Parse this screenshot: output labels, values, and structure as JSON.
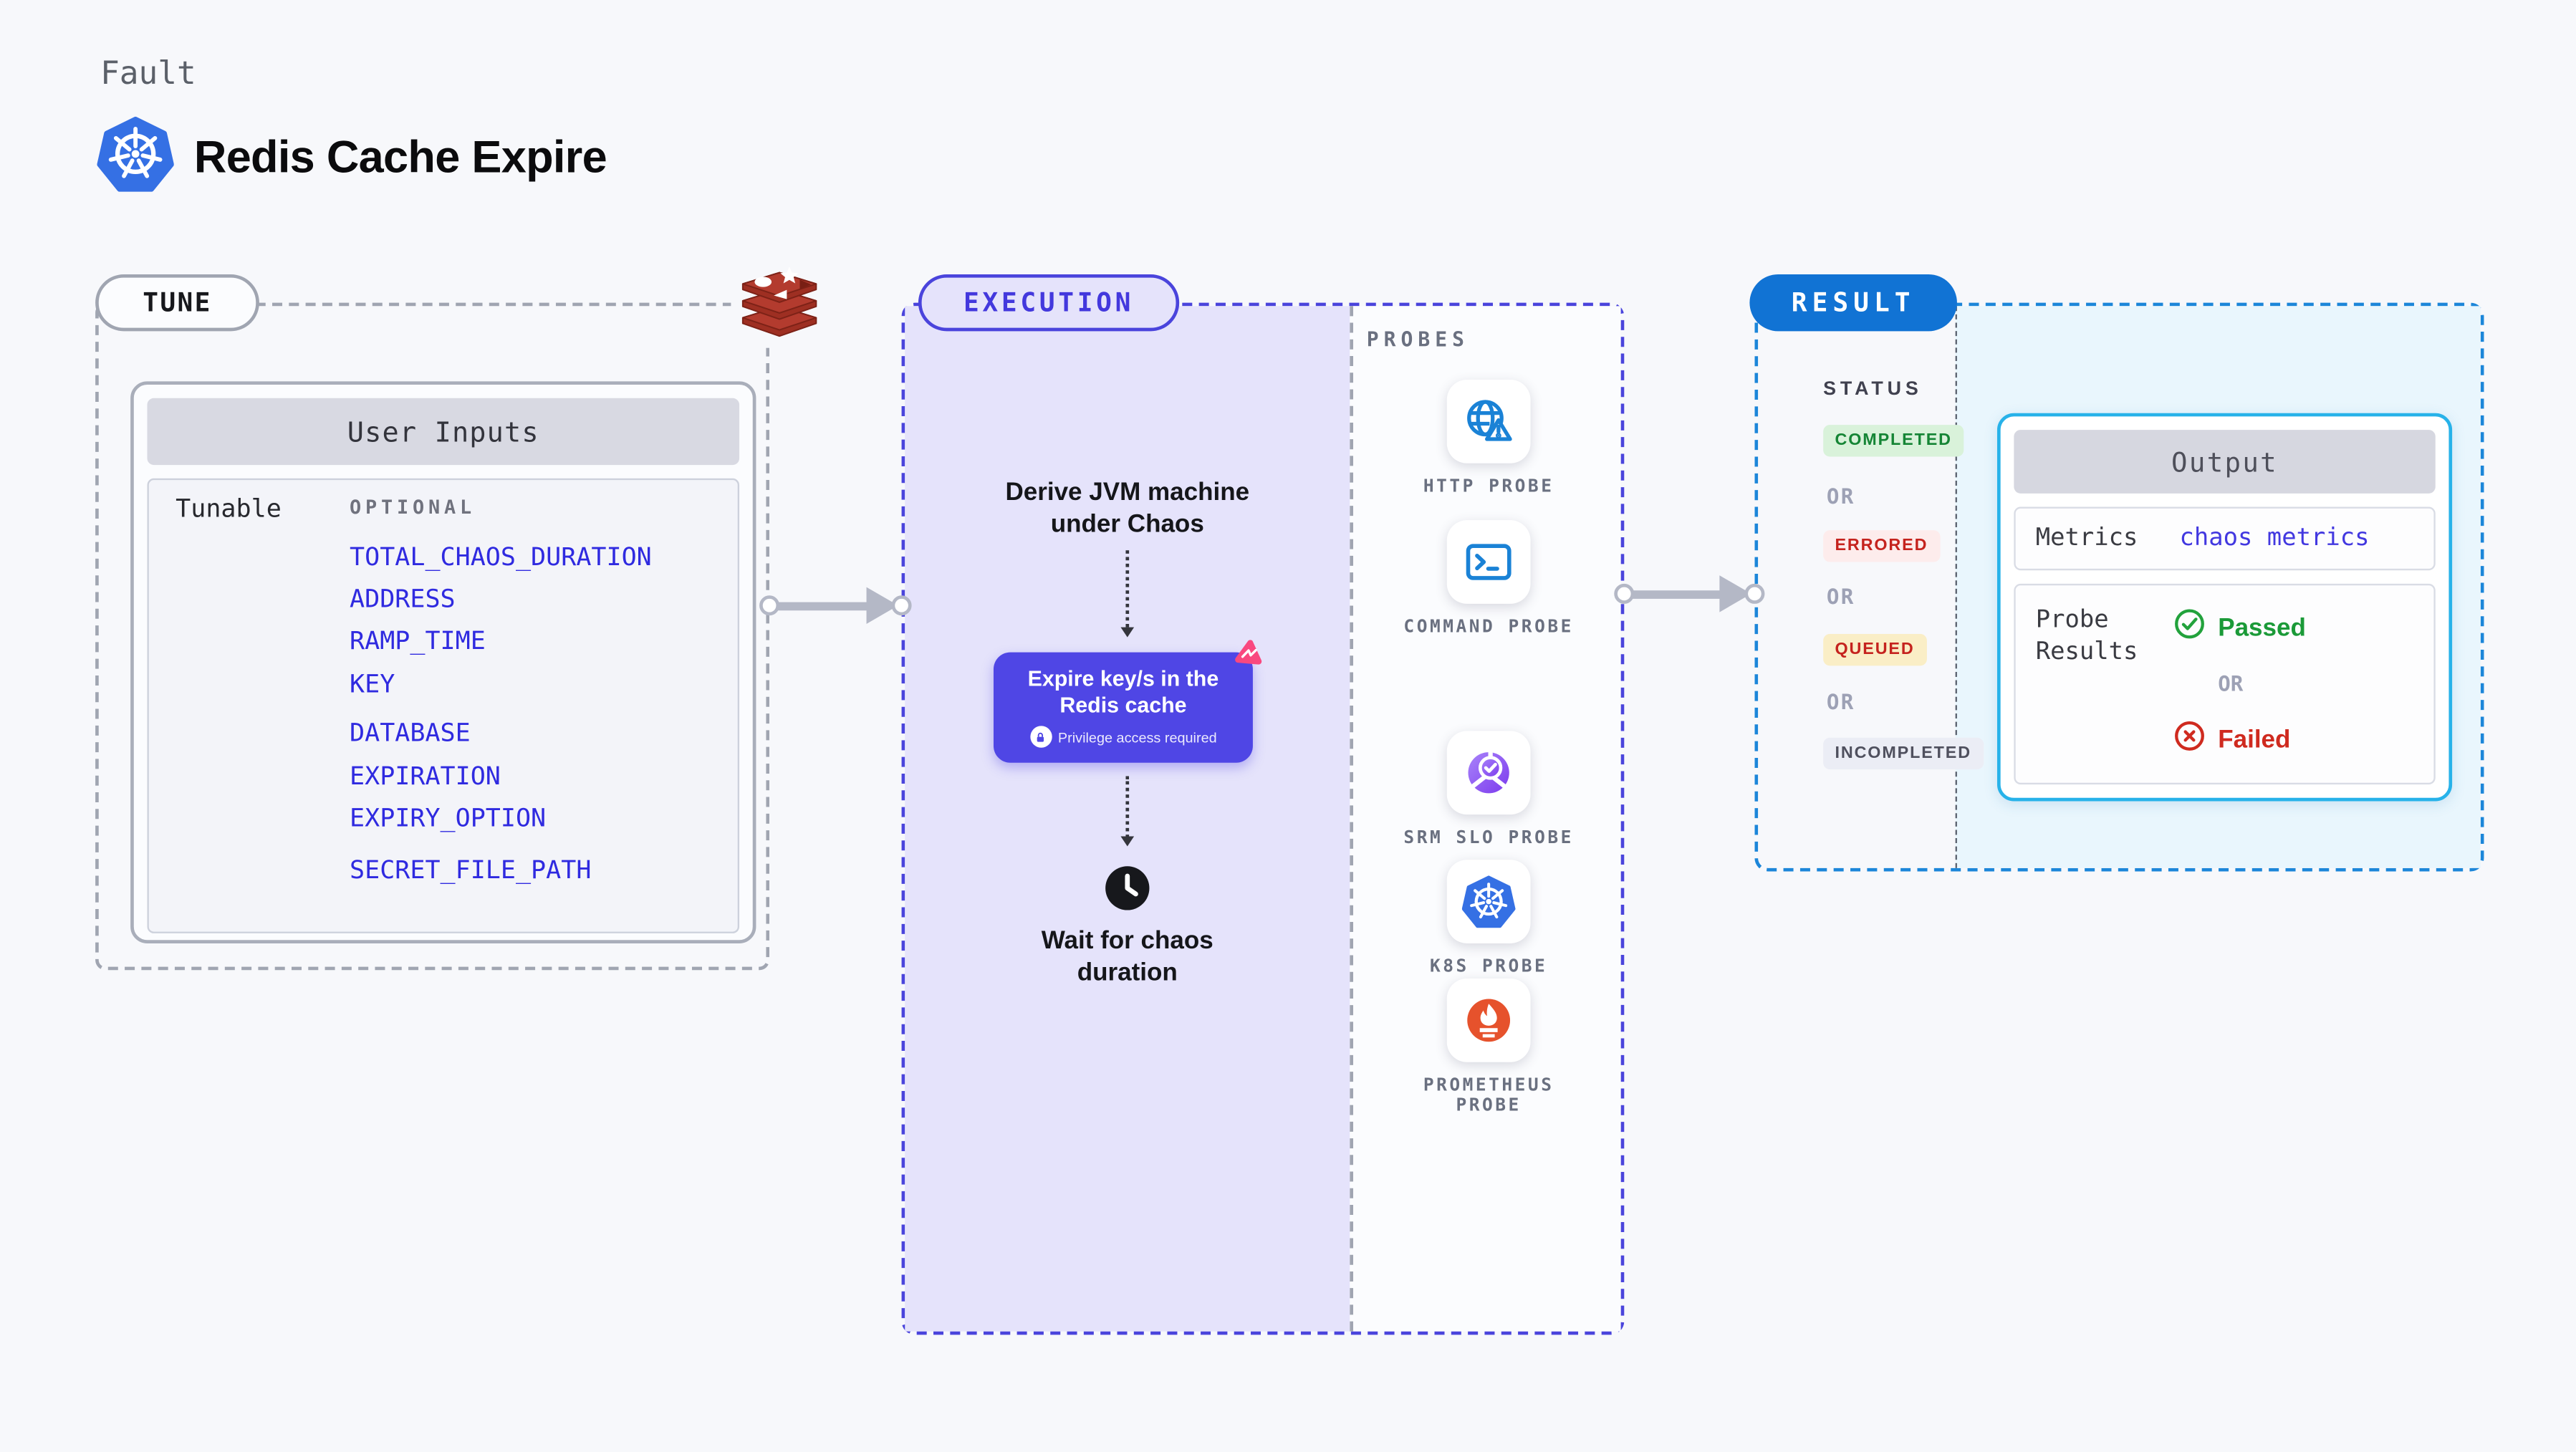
{
  "header": {
    "eyebrow": "Fault",
    "title": "Redis Cache Expire",
    "icon": "kubernetes-icon"
  },
  "tune": {
    "pill": "TUNE",
    "vendor_icon": "redis-icon",
    "user_inputs": {
      "header": "User Inputs",
      "row_label": "Tunable",
      "column_label": "OPTIONAL",
      "param_groups": [
        [
          "TOTAL_CHAOS_DURATION",
          "ADDRESS",
          "RAMP_TIME",
          "KEY"
        ],
        [
          "DATABASE",
          "EXPIRATION",
          "EXPIRY_OPTION"
        ],
        [
          "SECRET_FILE_PATH"
        ]
      ]
    }
  },
  "execution": {
    "pill": "EXECUTION",
    "step_derive": {
      "line1": "Derive JVM machine",
      "line2": "under Chaos"
    },
    "action_card": {
      "line1": "Expire key/s in the",
      "line2": "Redis cache",
      "privilege_note": "Privilege access required",
      "lock_icon": "lock-icon",
      "corner_icon": "litmus-chaos-icon"
    },
    "step_wait": {
      "line1": "Wait for chaos",
      "line2": "duration",
      "icon": "clock-icon"
    }
  },
  "probes": {
    "label": "PROBES",
    "items": [
      {
        "label": "HTTP PROBE",
        "icon": "globe-alert-icon"
      },
      {
        "label": "COMMAND PROBE",
        "icon": "terminal-icon"
      },
      {
        "label": "SRM SLO PROBE",
        "icon": "slo-donut-icon"
      },
      {
        "label": "K8S PROBE",
        "icon": "kubernetes-icon"
      },
      {
        "label": "PROMETHEUS PROBE",
        "icon": "prometheus-icon"
      }
    ]
  },
  "result": {
    "pill": "RESULT",
    "status_label": "STATUS",
    "or": "OR",
    "statuses": [
      {
        "label": "COMPLETED",
        "kind": "success"
      },
      {
        "label": "ERRORED",
        "kind": "error"
      },
      {
        "label": "QUEUED",
        "kind": "queued"
      },
      {
        "label": "INCOMPLETED",
        "kind": "neutral"
      }
    ],
    "output": {
      "header": "Output",
      "metrics_label": "Metrics",
      "metrics_value": "chaos metrics",
      "probe_results_line1": "Probe",
      "probe_results_line2": "Results",
      "passed": "Passed",
      "failed": "Failed",
      "passed_icon": "check-circle-icon",
      "failed_icon": "x-circle-icon"
    }
  },
  "colors": {
    "accent_indigo": "#4f46e5",
    "execution_fill": "#e5e3fb",
    "result_pill_blue": "#1173d4",
    "result_border_blue": "#1c86d9",
    "output_border_cyan": "#27b2e9",
    "output_area_fill": "#e9f6fd",
    "param_link_blue": "#2f2ae0",
    "passed_green": "#1b9a38",
    "failed_red": "#cf2a1f",
    "completed_bg": "#d9f2da",
    "errored_bg": "#fdecec",
    "queued_bg": "#faeec6",
    "incompleted_bg": "#ebedf5",
    "probe_icon_blue": "#1a82d6",
    "prometheus_orange": "#e6522c",
    "kubernetes_blue": "#3570e4",
    "redis_red": "#b33b2e",
    "litmus_pink": "#f9487f",
    "arrow_gray": "#b4b8c6"
  }
}
